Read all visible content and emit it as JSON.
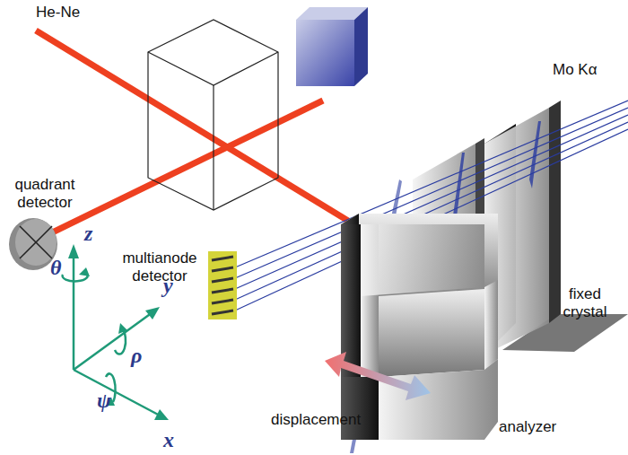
{
  "diagram": {
    "labels": [
      "He-Ne",
      "Mo Kα",
      "quadrant detector",
      "multianode detector",
      "fixed crystal",
      "displacement",
      "analyzer",
      "z",
      "θ",
      "y",
      "ρ",
      "ψ",
      "x"
    ]
  }
}
